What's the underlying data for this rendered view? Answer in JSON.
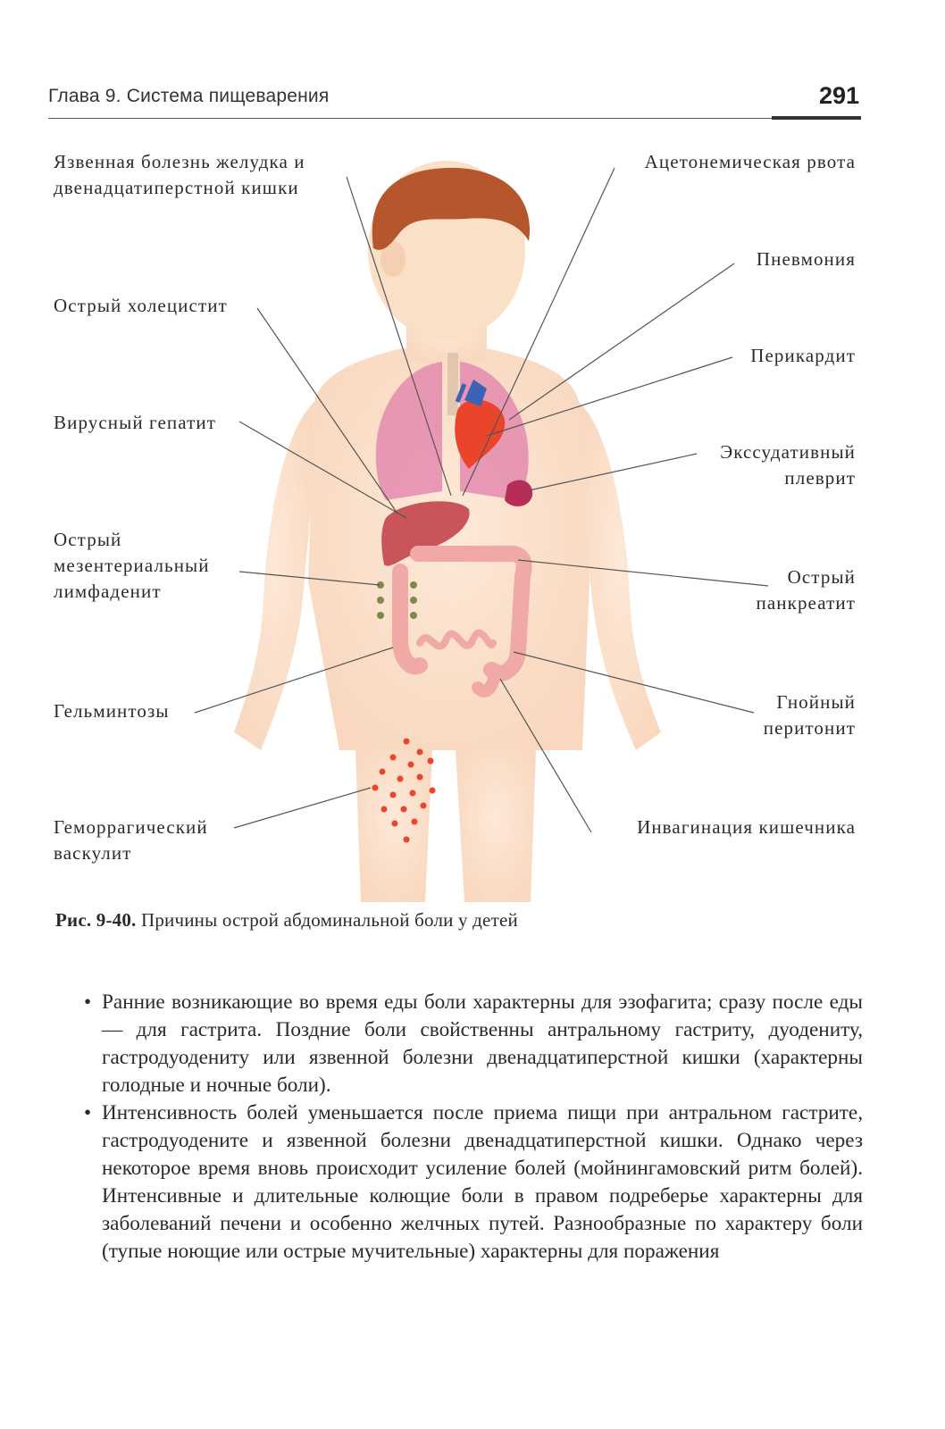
{
  "header": {
    "chapter": "Глава 9. Система пищеварения",
    "page_number": "291"
  },
  "figure": {
    "labels_left": {
      "ulcer": [
        "Язвенная болезнь желудка и",
        "двенадцатиперстной кишки"
      ],
      "cholecystitis": [
        "Острый холецистит"
      ],
      "hepatitis": [
        "Вирусный гепатит"
      ],
      "lymphadenitis": [
        "Острый",
        "мезентериальный",
        "лимфаденит"
      ],
      "helminthiasis": [
        "Гельминтозы"
      ],
      "vasculitis": [
        "Геморрагический",
        "васкулит"
      ]
    },
    "labels_right": {
      "acetonemic": [
        "Ацетонемическая рвота"
      ],
      "pneumonia": [
        "Пневмония"
      ],
      "pericarditis": [
        "Перикардит"
      ],
      "pleuritis": [
        "Экссудативный",
        "плеврит"
      ],
      "pancreatitis": [
        "Острый",
        "панкреатит"
      ],
      "peritonitis": [
        "Гнойный",
        "перитонит"
      ],
      "invagination": [
        "Инвагинация кишечника"
      ]
    },
    "caption_label": "Рис. 9-40.",
    "caption_text": " Причины острой абдоминальной боли у детей",
    "colors": {
      "body": "#fbe3cf",
      "hair": "#b5562c",
      "lungs": "#e58fb0",
      "liver": "#c9555a",
      "intestine": "#f0a9a6",
      "heart": "#e8452b",
      "rash": "#e8452b",
      "nodes": "#7c8a4a"
    }
  },
  "body": {
    "bullet_symbol": "•",
    "paragraphs": [
      "Ранние возникающие во время еды боли характерны для эзофагита; сразу после еды — для гастрита. Поздние боли свойственны антральному гастриту, дуодениту, гастродуодениту или язвенной болезни двенадцатиперстной кишки (характерны голодные и ночные боли).",
      "Интенсивность болей уменьшается после приема пищи при антральном гастрите, гастродуодените и язвенной болезни двенадцатиперстной кишки. Однако через некоторое время вновь происходит усиление болей (мойнингамовский ритм болей). Интенсивные и длительные колющие боли в правом подреберье характерны для заболеваний печени и особенно желчных путей. Разнообразные по характеру боли (тупые ноющие или острые мучительные) характерны для поражения"
    ]
  }
}
